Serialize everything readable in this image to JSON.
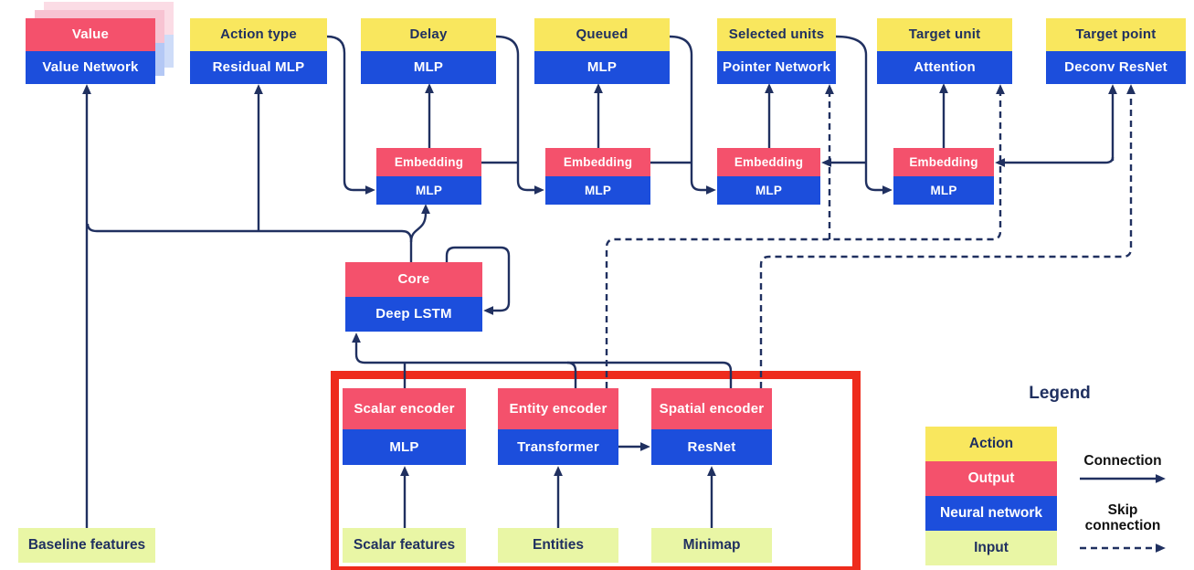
{
  "colors": {
    "action_yellow": "#F9E75E",
    "output_pink": "#F4516C",
    "network_blue": "#1C4EDC",
    "input_green": "#E9F6A5",
    "line_navy": "#203060",
    "highlight_red": "#EE2B1C",
    "legend_text": "#111111",
    "ghost_pink1": "#F7C3D2",
    "ghost_blue1": "#B4C8F5",
    "ghost_pink2": "#FBDCE5",
    "ghost_blue2": "#CEDCF8"
  },
  "heads": {
    "value": {
      "top": "Value",
      "bottom": "Value Network"
    },
    "action_type": {
      "top": "Action type",
      "bottom": "Residual MLP"
    },
    "delay": {
      "top": "Delay",
      "bottom": "MLP"
    },
    "queued": {
      "top": "Queued",
      "bottom": "MLP"
    },
    "selected_units": {
      "top": "Selected units",
      "bottom": "Pointer Network"
    },
    "target_unit": {
      "top": "Target unit",
      "bottom": "Attention"
    },
    "target_point": {
      "top": "Target point",
      "bottom": "Deconv ResNet"
    }
  },
  "embeddings": {
    "e1": {
      "top": "Embedding",
      "bottom": "MLP"
    },
    "e2": {
      "top": "Embedding",
      "bottom": "MLP"
    },
    "e3": {
      "top": "Embedding",
      "bottom": "MLP"
    },
    "e4": {
      "top": "Embedding",
      "bottom": "MLP"
    }
  },
  "core": {
    "top": "Core",
    "bottom": "Deep LSTM"
  },
  "encoders": {
    "scalar": {
      "top": "Scalar encoder",
      "bottom": "MLP"
    },
    "entity": {
      "top": "Entity encoder",
      "bottom": "Transformer"
    },
    "spatial": {
      "top": "Spatial encoder",
      "bottom": "ResNet"
    }
  },
  "inputs": {
    "baseline": "Baseline features",
    "scalar": "Scalar features",
    "entities": "Entities",
    "minimap": "Minimap"
  },
  "legend": {
    "title": "Legend",
    "items": [
      {
        "label": "Action",
        "color": "action_yellow"
      },
      {
        "label": "Output",
        "color": "output_pink"
      },
      {
        "label": "Neural network",
        "color": "network_blue"
      },
      {
        "label": "Input",
        "color": "input_green"
      }
    ],
    "connection_label": "Connection",
    "skip_line1": "Skip",
    "skip_line2": "connection"
  }
}
